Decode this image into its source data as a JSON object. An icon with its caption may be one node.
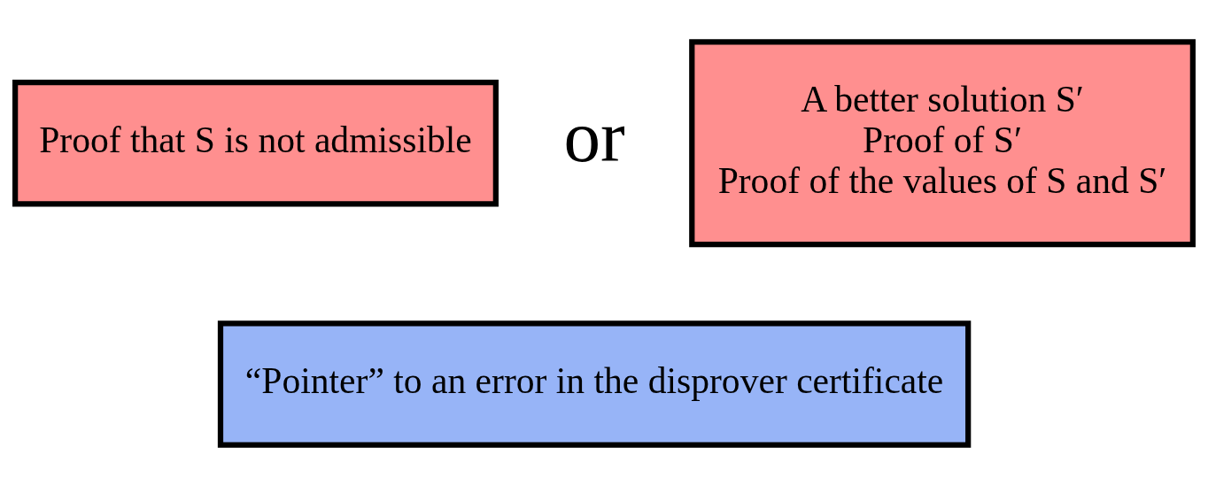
{
  "diagram": {
    "nodes": [
      {
        "text": [
          "Proof that S is not admissible"
        ]
      },
      {
        "text": [
          "A better solution S′",
          "Proof of S′",
          "Proof of the values of S and S′"
        ]
      },
      {
        "text": [
          "“Pointer” to an error in the disprover certificate"
        ]
      }
    ],
    "edges": [],
    "labels": [
      "or"
    ]
  }
}
